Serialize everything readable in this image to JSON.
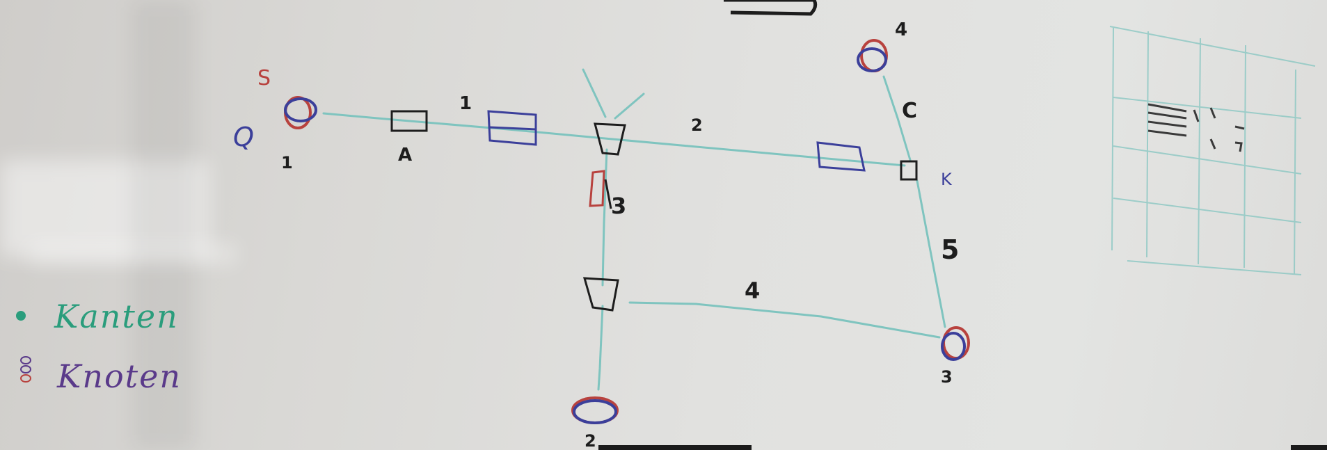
{
  "legend": {
    "items": [
      {
        "label": "Kanten",
        "color": "#2a9d7c"
      },
      {
        "label": "Knoten",
        "color": "#5a3a8a"
      }
    ]
  },
  "labels": {
    "top_red": "S",
    "q": "Q",
    "one_under_q": "1",
    "a": "A",
    "one_top": "1",
    "two_top": "2",
    "three_mid": "3",
    "four_mid": "4",
    "four_top_right": "4",
    "c": "C",
    "k": "K",
    "five": "5",
    "three_bottom": "3",
    "two_bottom": "2"
  },
  "colors": {
    "edge": "#7fc4bf",
    "node_blue": "#3b3f9a",
    "node_red": "#b8423e",
    "marker_black": "#1d1d1d",
    "marker_teal": "#2a9d7c"
  }
}
